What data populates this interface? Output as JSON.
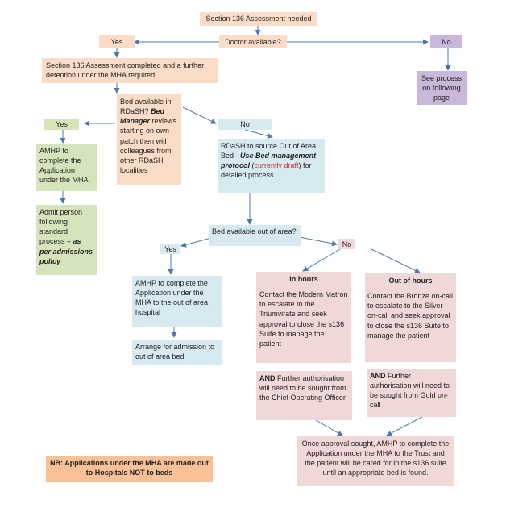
{
  "colors": {
    "peach": "#fbdcc6",
    "green": "#d6e4bc",
    "blue": "#d7eaf2",
    "purple": "#c9b8dc",
    "pink": "#f0d8d9",
    "orange": "#f9c197",
    "arrow": "#4a78b0",
    "highlight_red": "#d62a2a"
  },
  "nodes": {
    "start": "Section 136 Assessment needed",
    "doctor_q": "Doctor available?",
    "yes1": "Yes",
    "no1": "No",
    "see_process": "See process on following page",
    "assessment_completed": "Section 136 Assessment completed and a further detention under the MHA required",
    "bed_available": {
      "line1": "Bed available in RDaSH?",
      "bold_italic": "Bed Manager",
      "rest": "reviews starting on own patch then with colleagues from other RDaSH localities"
    },
    "yes2": "Yes",
    "no2": "No",
    "amhp1": "AMHP to complete the Application under the MHA",
    "admit": {
      "text": "Admit person following standard process –",
      "bold_italic": "as per admissions policy"
    },
    "source_out": {
      "t1": "RDaSH to source Out of Area Bed -",
      "bold_italic": "Use Bed management protocol",
      "t2": "(",
      "red": "currently draft",
      "t3": ") for detailed process"
    },
    "bed_out_q": "Bed available out of area?",
    "yes3": "Yes",
    "no3": "No",
    "amhp2": "AMHP to complete the Application under the MHA to the out of area hospital",
    "arrange": "Arrange for admission to out of area bed",
    "in_hours": {
      "title": "In hours",
      "body": "Contact the Modern Matron to escalate to the Triumvirate and seek approval to close the s136 Suite to manage the patient"
    },
    "out_hours": {
      "title": "Out of hours",
      "body": "Contact the Bronze on-call to escalate to the Silver on-call and seek approval to close the s136 Suite to manage the patient"
    },
    "coo": {
      "bold": "AND",
      "text": "Further authorisation will need to be sought from the Chief Operating Officer"
    },
    "gold": {
      "bold": "AND",
      "text": "Further authorisation will need to be sought from Gold on-call"
    },
    "once": "Once approval sought, AMHP to complete the Application under the MHA to the Trust and the patient will be cared for in the s136 suite until an appropriate bed is found.",
    "nb": "NB: Applications under the MHA are made out to Hospitals NOT to beds"
  }
}
